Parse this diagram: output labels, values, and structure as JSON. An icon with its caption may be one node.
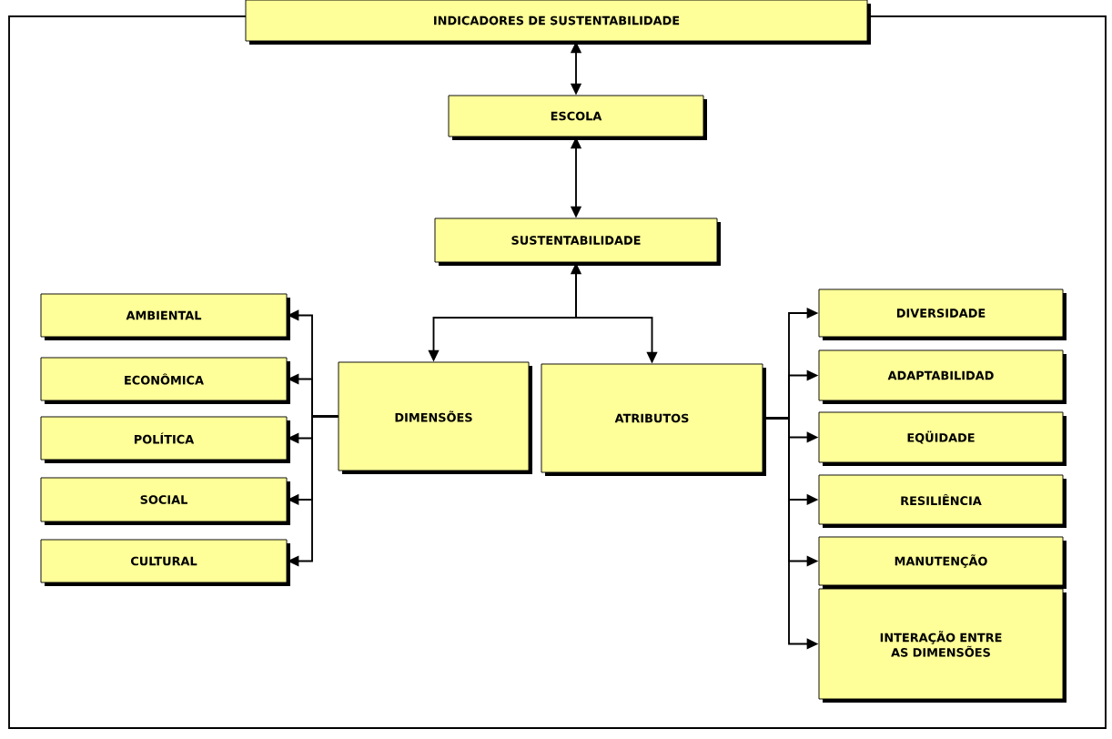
{
  "diagram": {
    "nodes": [
      {
        "text": [
          "INDICADORES DE SUSTENTABILIDADE"
        ]
      },
      {
        "text": [
          "ESCOLA"
        ]
      },
      {
        "text": [
          "SUSTENTABILIDADE"
        ]
      },
      {
        "text": [
          "AMBIENTAL"
        ]
      },
      {
        "text": [
          "ECONÔMICA"
        ]
      },
      {
        "text": [
          "POLÍTICA"
        ]
      },
      {
        "text": [
          "SOCIAL"
        ]
      },
      {
        "text": [
          "CULTURAL"
        ]
      },
      {
        "text": [
          "DIMENSÕES"
        ]
      },
      {
        "text": [
          "ATRIBUTOS"
        ]
      },
      {
        "text": [
          "DIVERSIDADE"
        ]
      },
      {
        "text": [
          "ADAPTABILIDAD"
        ]
      },
      {
        "text": [
          "EQÜIDADE"
        ]
      },
      {
        "text": [
          "RESILIÊNCIA"
        ]
      },
      {
        "text": [
          "MANUTENÇÃO"
        ]
      },
      {
        "text": [
          "INTERAÇÃO ENTRE AS DIMENSÕES"
        ]
      }
    ],
    "edges": [
      {
        "from": 0,
        "to": 1,
        "arrow": "both"
      },
      {
        "from": 1,
        "to": 2,
        "arrow": "both"
      },
      {
        "from": 2,
        "to": 8,
        "arrow": "both"
      },
      {
        "from": 2,
        "to": 9,
        "arrow": "to"
      },
      {
        "from": 8,
        "to": 3,
        "arrow": "to"
      },
      {
        "from": 8,
        "to": 4,
        "arrow": "to"
      },
      {
        "from": 8,
        "to": 5,
        "arrow": "to"
      },
      {
        "from": 8,
        "to": 6,
        "arrow": "to"
      },
      {
        "from": 8,
        "to": 7,
        "arrow": "to"
      },
      {
        "from": 9,
        "to": 10,
        "arrow": "to"
      },
      {
        "from": 9,
        "to": 11,
        "arrow": "to"
      },
      {
        "from": 9,
        "to": 12,
        "arrow": "to"
      },
      {
        "from": 9,
        "to": 13,
        "arrow": "to"
      },
      {
        "from": 9,
        "to": 14,
        "arrow": "to"
      },
      {
        "from": 9,
        "to": 15,
        "arrow": "to"
      }
    ]
  }
}
